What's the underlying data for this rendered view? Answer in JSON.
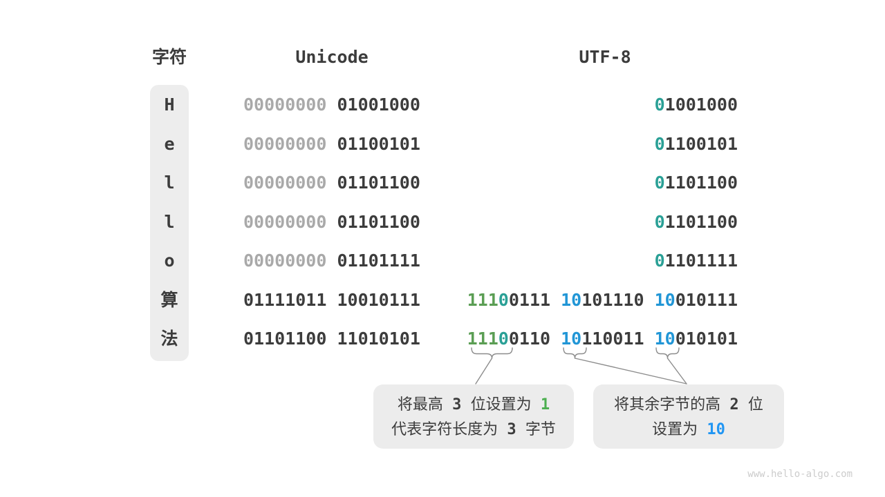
{
  "header": {
    "char": "字符",
    "unicode": "Unicode",
    "utf8": "UTF-8"
  },
  "colors": {
    "dark": "#3c3c3c",
    "gray": "#a9a9a9",
    "teal": "#2aa096",
    "green": "#5b9e54",
    "blue": "#2196d6",
    "green_bright": "#4caf50",
    "blue_bright": "#2196f3"
  },
  "rows": [
    {
      "char": "H",
      "cjk": false,
      "unicode": [
        {
          "t": "00000000 ",
          "c": "gray"
        },
        {
          "t": "01001000",
          "c": "dark"
        }
      ],
      "utf8": [
        {
          "t": "0",
          "c": "teal"
        },
        {
          "t": "1001000",
          "c": "dark"
        }
      ]
    },
    {
      "char": "e",
      "cjk": false,
      "unicode": [
        {
          "t": "00000000 ",
          "c": "gray"
        },
        {
          "t": "01100101",
          "c": "dark"
        }
      ],
      "utf8": [
        {
          "t": "0",
          "c": "teal"
        },
        {
          "t": "1100101",
          "c": "dark"
        }
      ]
    },
    {
      "char": "l",
      "cjk": false,
      "unicode": [
        {
          "t": "00000000 ",
          "c": "gray"
        },
        {
          "t": "01101100",
          "c": "dark"
        }
      ],
      "utf8": [
        {
          "t": "0",
          "c": "teal"
        },
        {
          "t": "1101100",
          "c": "dark"
        }
      ]
    },
    {
      "char": "l",
      "cjk": false,
      "unicode": [
        {
          "t": "00000000 ",
          "c": "gray"
        },
        {
          "t": "01101100",
          "c": "dark"
        }
      ],
      "utf8": [
        {
          "t": "0",
          "c": "teal"
        },
        {
          "t": "1101100",
          "c": "dark"
        }
      ]
    },
    {
      "char": "o",
      "cjk": false,
      "unicode": [
        {
          "t": "00000000 ",
          "c": "gray"
        },
        {
          "t": "01101111",
          "c": "dark"
        }
      ],
      "utf8": [
        {
          "t": "0",
          "c": "teal"
        },
        {
          "t": "1101111",
          "c": "dark"
        }
      ]
    },
    {
      "char": "算",
      "cjk": true,
      "unicode": [
        {
          "t": "01111011 10010111",
          "c": "dark"
        }
      ],
      "utf8": [
        {
          "t": "111",
          "c": "green"
        },
        {
          "t": "0",
          "c": "teal"
        },
        {
          "t": "0111 ",
          "c": "dark"
        },
        {
          "t": "10",
          "c": "blue"
        },
        {
          "t": "101110 ",
          "c": "dark"
        },
        {
          "t": "10",
          "c": "blue"
        },
        {
          "t": "010111",
          "c": "dark"
        }
      ]
    },
    {
      "char": "法",
      "cjk": true,
      "unicode": [
        {
          "t": "01101100 11010101",
          "c": "dark"
        }
      ],
      "utf8": [
        {
          "t": "111",
          "c": "green"
        },
        {
          "t": "0",
          "c": "teal"
        },
        {
          "t": "0110 ",
          "c": "dark"
        },
        {
          "t": "10",
          "c": "blue"
        },
        {
          "t": "110011 ",
          "c": "dark"
        },
        {
          "t": "10",
          "c": "blue"
        },
        {
          "t": "010101",
          "c": "dark"
        }
      ]
    }
  ],
  "callouts": [
    {
      "name": "first-byte-rule",
      "lines": [
        [
          {
            "t": "将最高",
            "c": "dark"
          },
          {
            "t": " 3 ",
            "c": "dark",
            "mono": true
          },
          {
            "t": "位设置为",
            "c": "dark"
          },
          {
            "t": " ",
            "c": "dark",
            "mono": true
          },
          {
            "t": "1",
            "c": "green_bright",
            "mono": true
          }
        ],
        [
          {
            "t": "代表字符长度为",
            "c": "dark"
          },
          {
            "t": " 3 ",
            "c": "dark",
            "mono": true
          },
          {
            "t": "字节",
            "c": "dark"
          }
        ]
      ]
    },
    {
      "name": "continuation-byte-rule",
      "lines": [
        [
          {
            "t": "将其余字节的高",
            "c": "dark"
          },
          {
            "t": " 2 ",
            "c": "dark",
            "mono": true
          },
          {
            "t": "位",
            "c": "dark"
          }
        ],
        [
          {
            "t": "设置为",
            "c": "dark"
          },
          {
            "t": " ",
            "c": "dark",
            "mono": true
          },
          {
            "t": "10",
            "c": "blue_bright",
            "mono": true
          }
        ]
      ]
    }
  ],
  "watermark": "www.hello-algo.com"
}
